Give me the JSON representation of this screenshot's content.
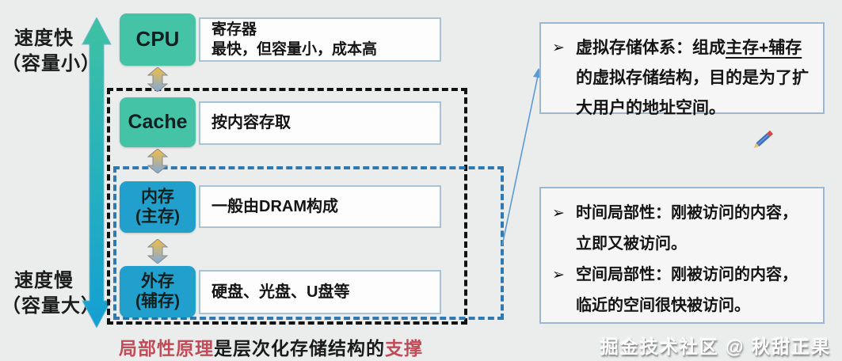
{
  "left_axis": {
    "top_label_line1": "速度快",
    "top_label_line2": "（容量小）",
    "bottom_label_line1": "速度慢",
    "bottom_label_line2": "（容量大）"
  },
  "hierarchy": {
    "levels": [
      {
        "name": "CPU",
        "desc_line1": "寄存器",
        "desc_line2": "最快，但容量小，成本高",
        "color": "#44c3a7"
      },
      {
        "name": "Cache",
        "desc_line1": "按内容存取",
        "color": "#44c3a7"
      },
      {
        "name": "内存",
        "name_line2": "(主存)",
        "desc_line1": "一般由DRAM构成",
        "color": "#219fcd"
      },
      {
        "name": "外存",
        "name_line2": "(辅存)",
        "desc_line1": "硬盘、光盘、U盘等",
        "color": "#219fcd"
      }
    ],
    "caption": {
      "part1": "局部性原理",
      "part2": "是层次化存储结构的",
      "part3": "支撑"
    }
  },
  "notes": {
    "virtual_memory": {
      "bullet": "➢",
      "prefix": "虚拟存储体系：组成",
      "underlined": "主存+辅存",
      "suffix": "的虚拟存储结构，目的是为了扩大用户的地址空间。"
    },
    "locality": {
      "bullet": "➢",
      "items": [
        {
          "text": "时间局部性：刚被访问的内容，立即又被访问。"
        },
        {
          "text": "空间局部性：刚被访问的内容，临近的空间很快被访问。"
        }
      ]
    }
  },
  "watermark": "掘金技术社区 @ 秋甜正果",
  "icons": {
    "pencil": "pencil-icon",
    "speed_arrow": "speed-gradient-arrow-icon",
    "link_arrows": "double-headed-arrow-icon"
  },
  "colors": {
    "teal_box": "#44c3a7",
    "blue_box": "#219fcd",
    "caption_red": "#c24b5a",
    "dashed_black": "#121212",
    "dashed_blue": "#2f79b0",
    "note_border": "#9db7d2",
    "desc_border": "#a9c3d6"
  }
}
